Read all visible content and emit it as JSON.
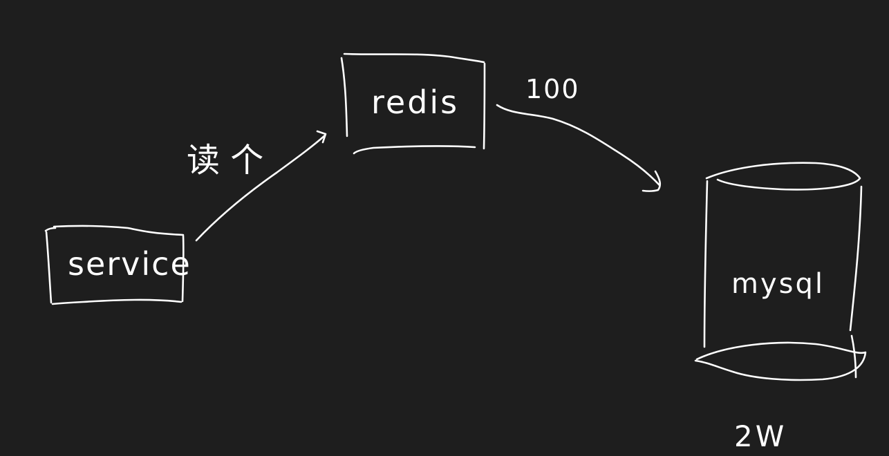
{
  "diagram": {
    "background": "#1e1e1e",
    "ink_color": "#ffffff",
    "nodes": {
      "service": {
        "label": "service",
        "shape": "rectangle"
      },
      "redis": {
        "label": "redis",
        "shape": "rectangle"
      },
      "mysql": {
        "label": "mysql",
        "shape": "cylinder",
        "caption": "2W"
      }
    },
    "edges": [
      {
        "from": "service",
        "to": "redis",
        "label": "读 个"
      },
      {
        "from": "redis",
        "to": "mysql",
        "label": "100"
      }
    ]
  }
}
